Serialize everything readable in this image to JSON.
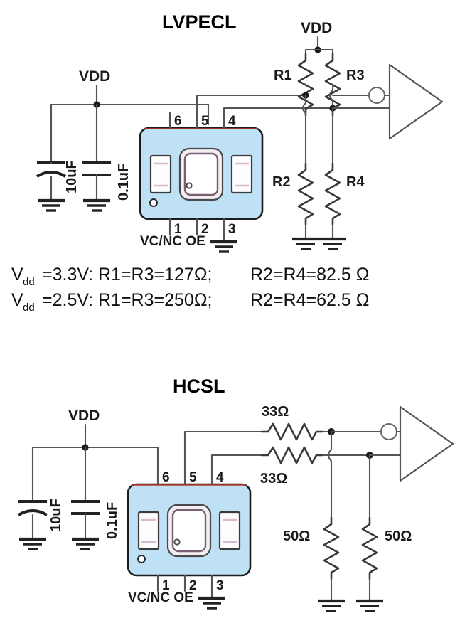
{
  "page": {
    "background": "#ffffff",
    "package_color": "#bfe1f6",
    "wire_color": "#555555"
  },
  "sections": [
    {
      "id": "lvpecl",
      "title": "LVPECL",
      "supply_label": "VDD",
      "capacitors": [
        {
          "value": "10uF",
          "type": "polarized"
        },
        {
          "value": "0.1uF",
          "type": "ceramic"
        }
      ],
      "oscillator": {
        "top_pins": [
          "6",
          "5",
          "4"
        ],
        "bottom_pins": [
          "1",
          "2",
          "3"
        ],
        "pin_function_label": "VC/NC OE"
      },
      "termination_supply_label": "VDD",
      "resistors": [
        {
          "ref": "R1",
          "position": "upper-left"
        },
        {
          "ref": "R3",
          "position": "upper-right"
        },
        {
          "ref": "R2",
          "position": "lower-left"
        },
        {
          "ref": "R4",
          "position": "lower-right"
        }
      ],
      "receiver": "differential-buffer"
    },
    {
      "id": "hcsl",
      "title": "HCSL",
      "supply_label": "VDD",
      "capacitors": [
        {
          "value": "10uF",
          "type": "polarized"
        },
        {
          "value": "0.1uF",
          "type": "ceramic"
        }
      ],
      "oscillator": {
        "top_pins": [
          "6",
          "5",
          "4"
        ],
        "bottom_pins": [
          "1",
          "2",
          "3"
        ],
        "pin_function_label": "VC/NC OE"
      },
      "resistors": [
        {
          "ref": "33Ω",
          "position": "series-upper"
        },
        {
          "ref": "33Ω",
          "position": "series-lower"
        },
        {
          "ref": "50Ω",
          "position": "shunt-left"
        },
        {
          "ref": "50Ω",
          "position": "shunt-right"
        }
      ],
      "receiver": "differential-buffer"
    }
  ],
  "equations": [
    {
      "symbol": "V",
      "subscript": "dd",
      "text": "=3.3V: R1=R3=127Ω;",
      "text2": "R2=R4=82.5 Ω"
    },
    {
      "symbol": "V",
      "subscript": "dd",
      "text": "=2.5V: R1=R3=250Ω;",
      "text2": "R2=R4=62.5 Ω"
    }
  ]
}
